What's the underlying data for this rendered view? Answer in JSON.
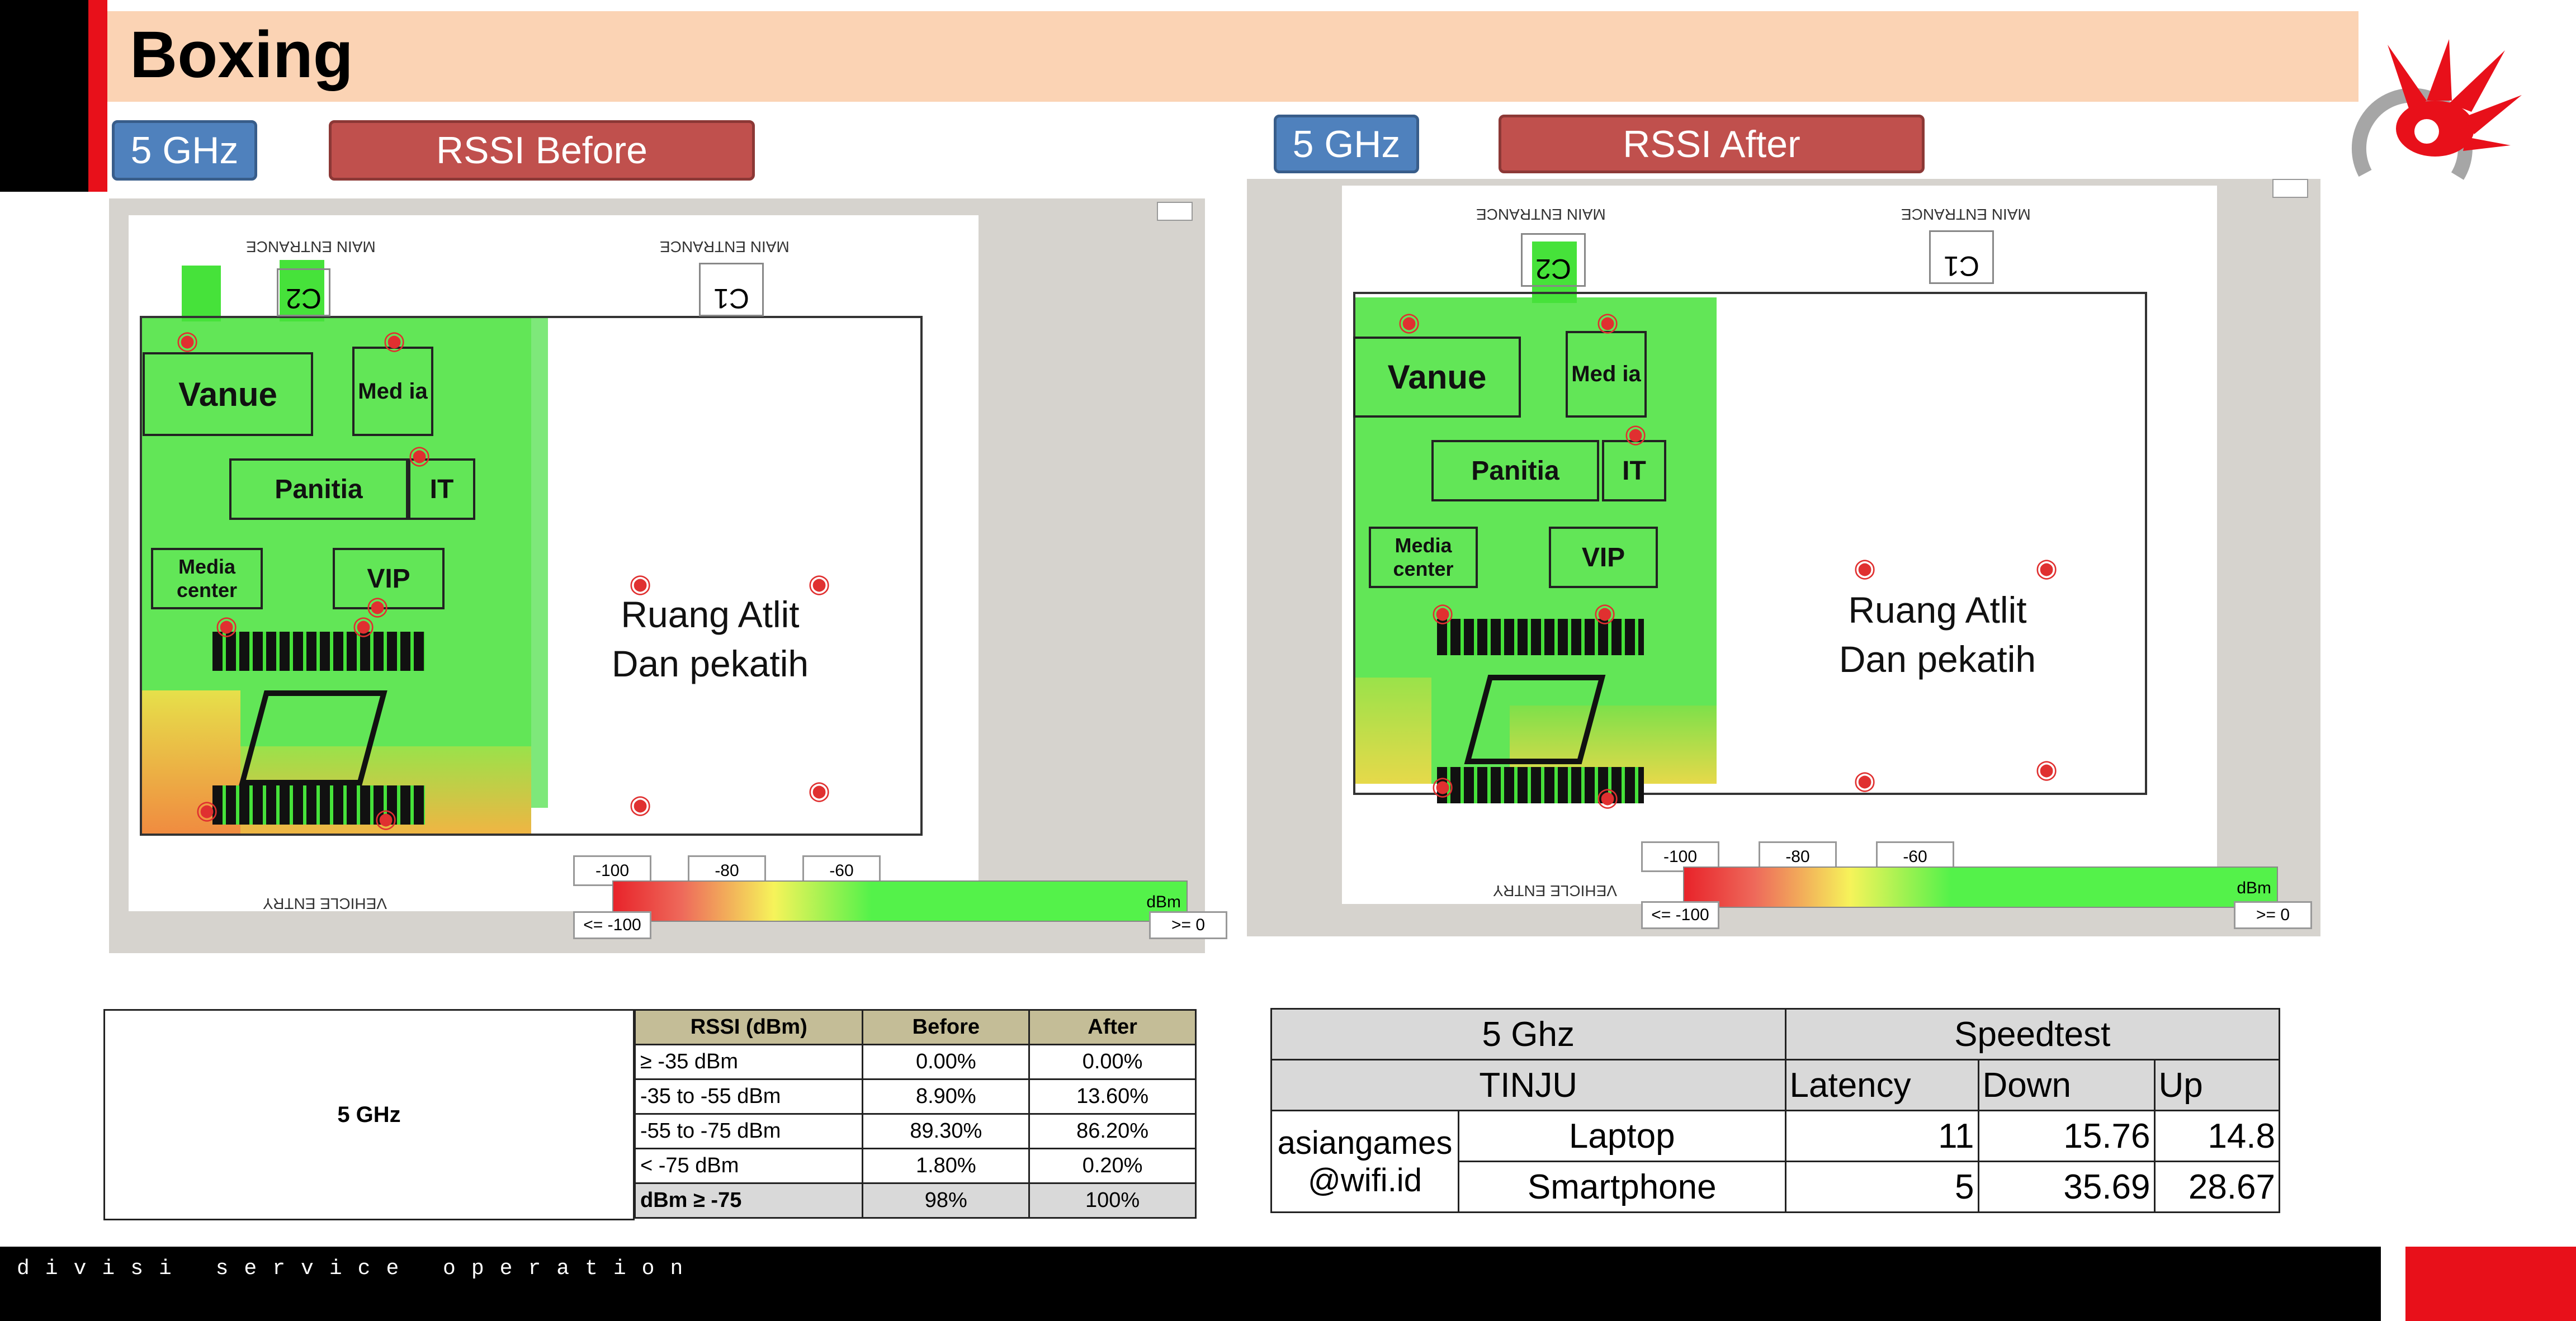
{
  "title": "Boxing",
  "before": {
    "band": "5 GHz",
    "label": "RSSI Before"
  },
  "after": {
    "band": "5 GHz",
    "label": "RSSI After"
  },
  "map": {
    "main_entrance": "MAIN ENTRANCE",
    "vehicle_entry": "VEHICLE ENTRY",
    "c1": "C1",
    "c2": "C2",
    "rooms": {
      "vanue": "Vanue",
      "media": "Med ia",
      "panitia": "Panitia",
      "it": "IT",
      "media_center": "Media center",
      "vip": "VIP"
    },
    "hall_line1": "Ruang Atlit",
    "hall_line2": "Dan pekatih",
    "scale": {
      "t1": "-100",
      "t2": "-80",
      "t3": "-60",
      "min": "<= -100",
      "max": ">= 0",
      "unit": "dBm"
    }
  },
  "rssi_table": {
    "band": "5 GHz",
    "headers": [
      "RSSI (dBm)",
      "Before",
      "After"
    ],
    "rows": [
      [
        "≥ -35 dBm",
        "0.00%",
        "0.00%"
      ],
      [
        "-35 to -55 dBm",
        "8.90%",
        "13.60%"
      ],
      [
        "-55 to -75 dBm",
        "89.30%",
        "86.20%"
      ],
      [
        "< -75 dBm",
        "1.80%",
        "0.20%"
      ],
      [
        "dBm ≥ -75",
        "98%",
        "100%"
      ]
    ]
  },
  "speed_table": {
    "band": "5 Ghz",
    "speedtest": "Speedtest",
    "venue": "TINJU",
    "latency": "Latency",
    "down": "Down",
    "up": "Up",
    "ssid_line1": "asiangames",
    "ssid_line2": "@wifi.id",
    "rows": [
      {
        "device": "Laptop",
        "latency": "11",
        "down": "15.76",
        "up": "14.8"
      },
      {
        "device": "Smartphone",
        "latency": "5",
        "down": "35.69",
        "up": "28.67"
      }
    ]
  },
  "footer": "divisi service operation",
  "colors": {
    "accent_red": "#e8101a",
    "header_bg": "#fbd3b4",
    "blue_pill": "#4f81bd",
    "red_pill": "#c0504d",
    "table_header": "#c4bd97"
  }
}
